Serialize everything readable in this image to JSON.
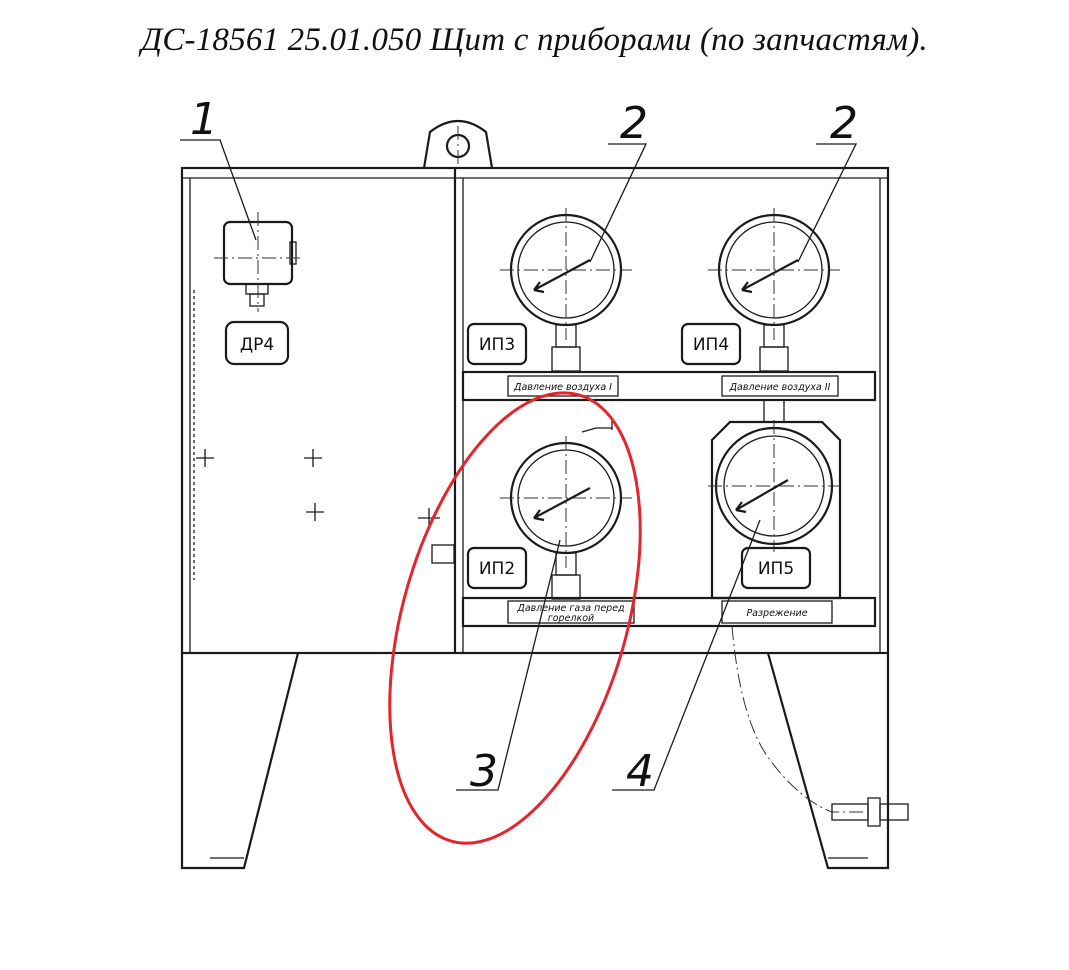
{
  "title": "ДС-18561 25.01.050 Щит с приборами (по запчастям).",
  "callouts": [
    "1",
    "2",
    "2",
    "3",
    "4"
  ],
  "devices": {
    "dr4": "ДР4",
    "ip3": "ИП3",
    "ip4": "ИП4",
    "ip2": "ИП2",
    "ip5": "ИП5"
  },
  "plates": {
    "air1": "Давление воздуха I",
    "air2": "Давление воздуха II",
    "gas_line1": "Давление газа перед",
    "gas_line2": "горелкой",
    "vacuum": "Разрежение"
  },
  "highlight_color": "#e4252e"
}
